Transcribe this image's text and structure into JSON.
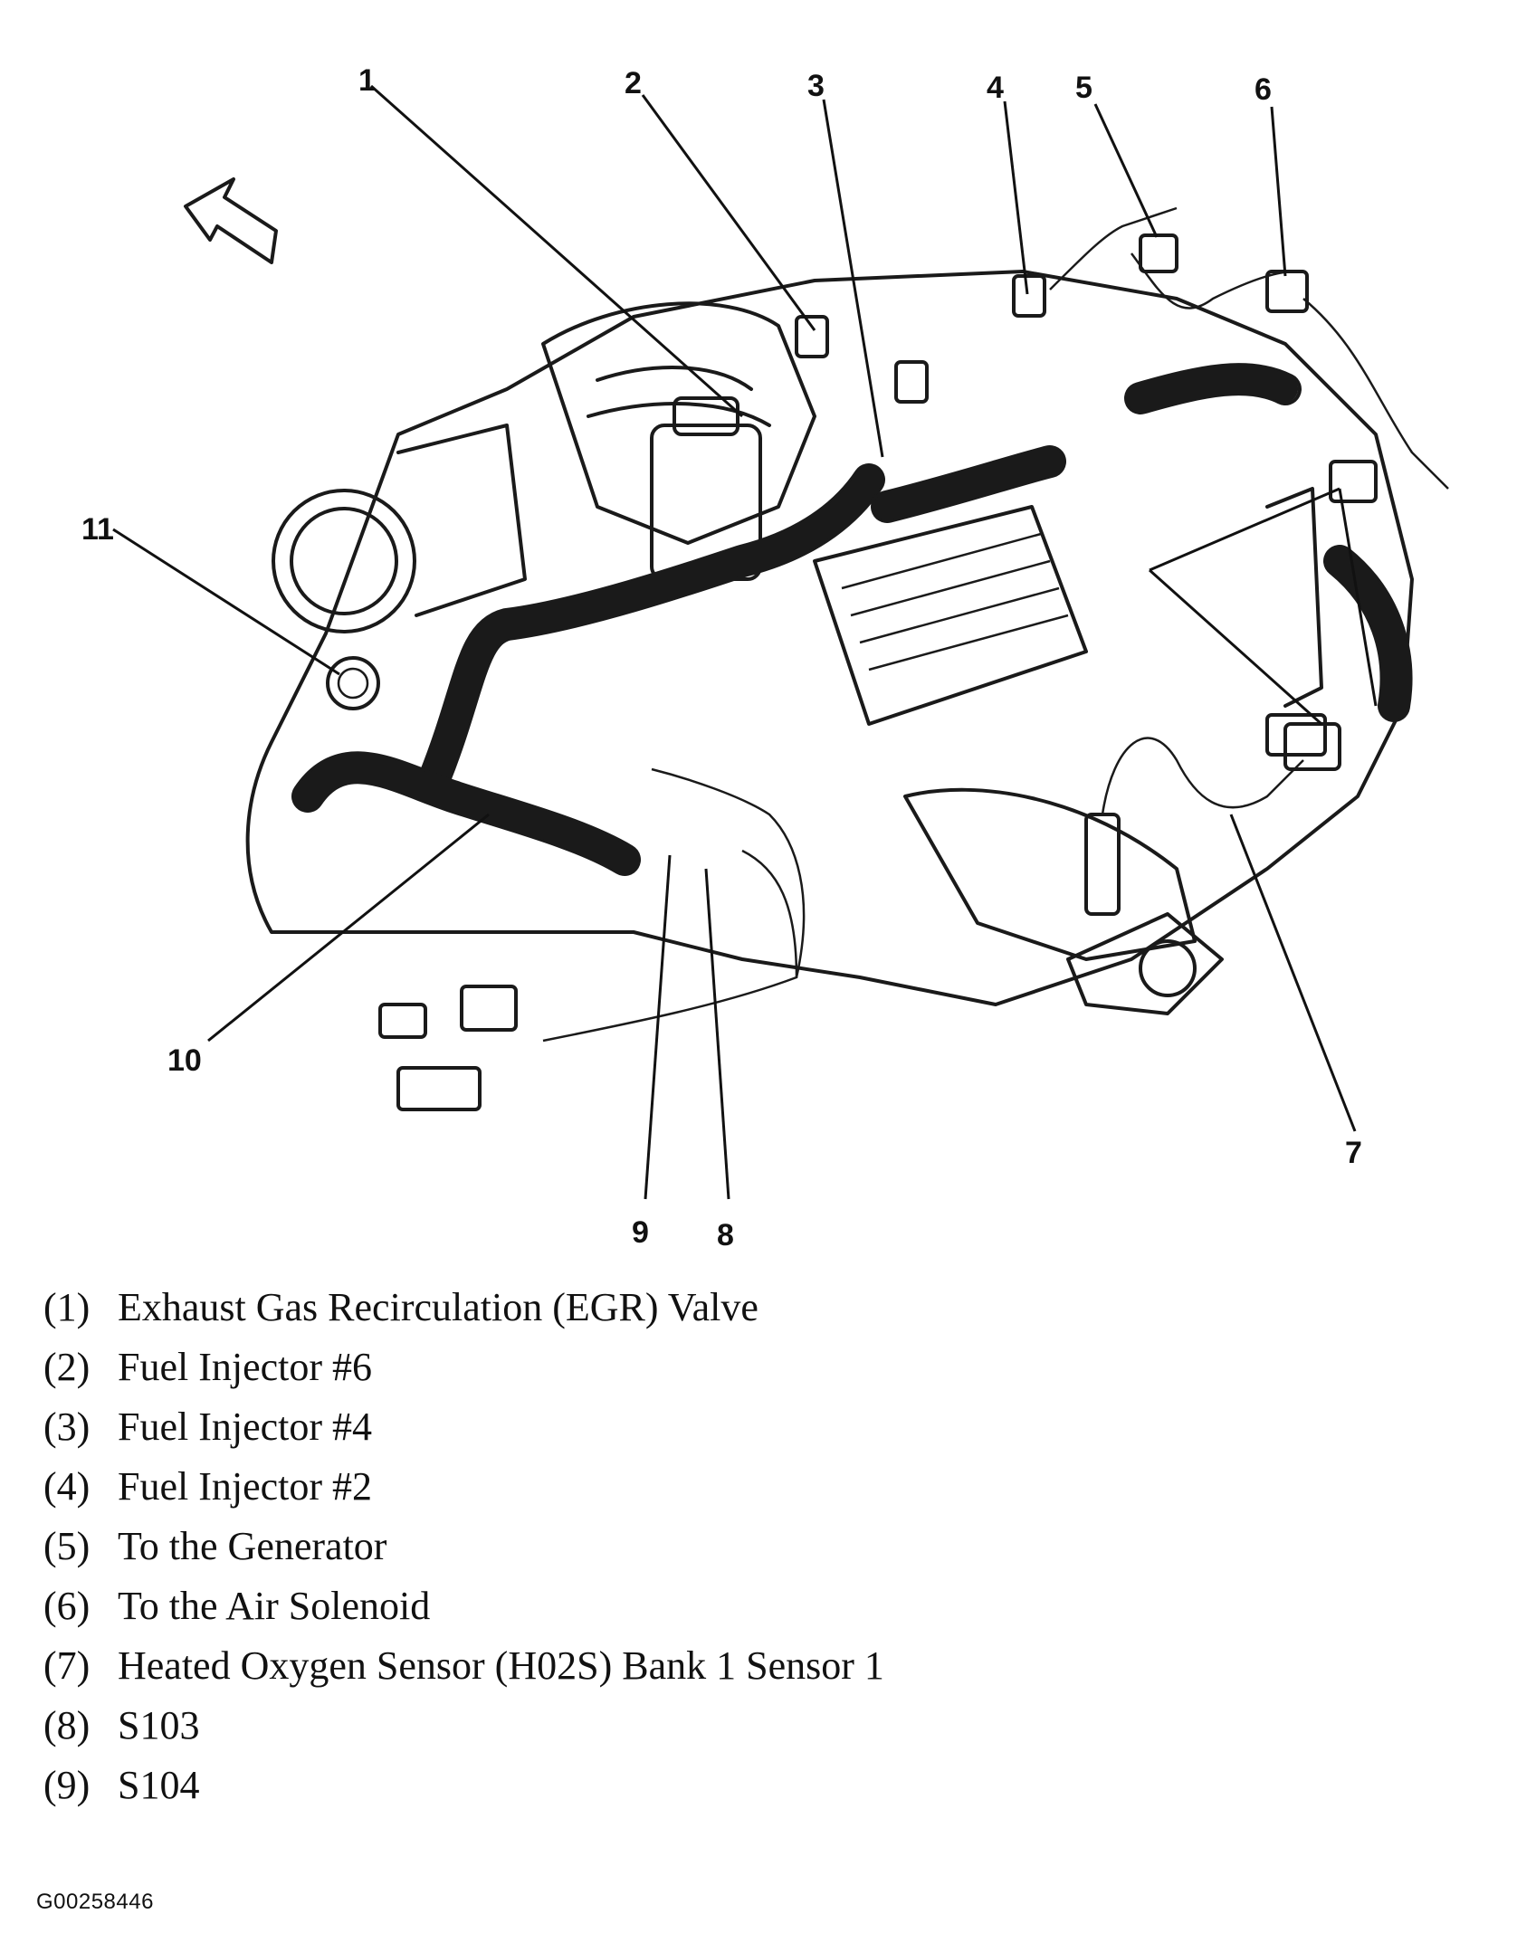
{
  "callouts": [
    {
      "id": "1",
      "label": "1"
    },
    {
      "id": "2",
      "label": "2"
    },
    {
      "id": "3",
      "label": "3"
    },
    {
      "id": "4",
      "label": "4"
    },
    {
      "id": "5",
      "label": "5"
    },
    {
      "id": "6",
      "label": "6"
    },
    {
      "id": "7",
      "label": "7"
    },
    {
      "id": "8",
      "label": "8"
    },
    {
      "id": "9",
      "label": "9"
    },
    {
      "id": "10",
      "label": "10"
    },
    {
      "id": "11",
      "label": "11"
    }
  ],
  "legend": [
    {
      "num": "(1)",
      "text": "Exhaust Gas Recirculation (EGR) Valve"
    },
    {
      "num": "(2)",
      "text": "Fuel Injector #6"
    },
    {
      "num": "(3)",
      "text": "Fuel Injector #4"
    },
    {
      "num": "(4)",
      "text": "Fuel Injector #2"
    },
    {
      "num": "(5)",
      "text": "To the Generator"
    },
    {
      "num": "(6)",
      "text": "To the Air Solenoid"
    },
    {
      "num": "(7)",
      "text": "Heated Oxygen Sensor (H02S) Bank 1 Sensor 1"
    },
    {
      "num": "(8)",
      "text": "S103"
    },
    {
      "num": "(9)",
      "text": "S104"
    }
  ],
  "figure_id": "G00258446",
  "icons": {
    "direction_arrow": "front-direction-arrow-icon"
  }
}
